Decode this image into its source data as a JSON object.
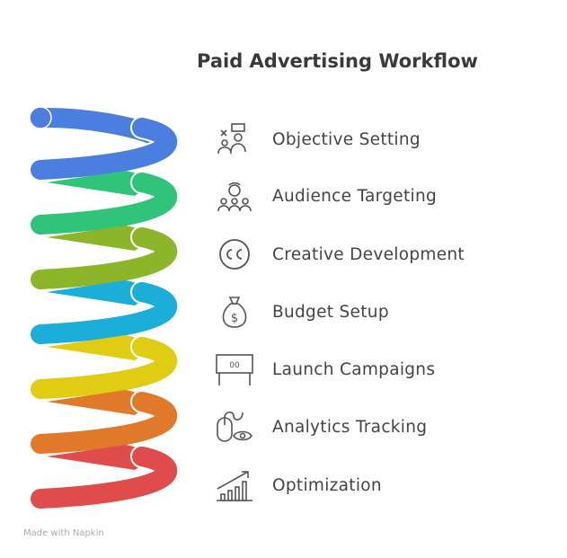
{
  "title": "Paid Advertising Workflow",
  "steps": [
    {
      "label": "Objective Setting",
      "icon": "objective-icon",
      "color": "#4a7fe0"
    },
    {
      "label": "Audience Targeting",
      "icon": "audience-icon",
      "color": "#2fc47a"
    },
    {
      "label": "Creative Development",
      "icon": "creative-commons-icon",
      "color": "#8db52a"
    },
    {
      "label": "Budget Setup",
      "icon": "money-bag-icon",
      "color": "#1aaed8"
    },
    {
      "label": "Launch Campaigns",
      "icon": "billboard-icon",
      "color": "#e0cc12"
    },
    {
      "label": "Analytics Tracking",
      "icon": "mouse-eye-icon",
      "color": "#e07a2a"
    },
    {
      "label": "Optimization",
      "icon": "growth-chart-icon",
      "color": "#e04b4b"
    }
  ],
  "footer": "Made with Napkin"
}
